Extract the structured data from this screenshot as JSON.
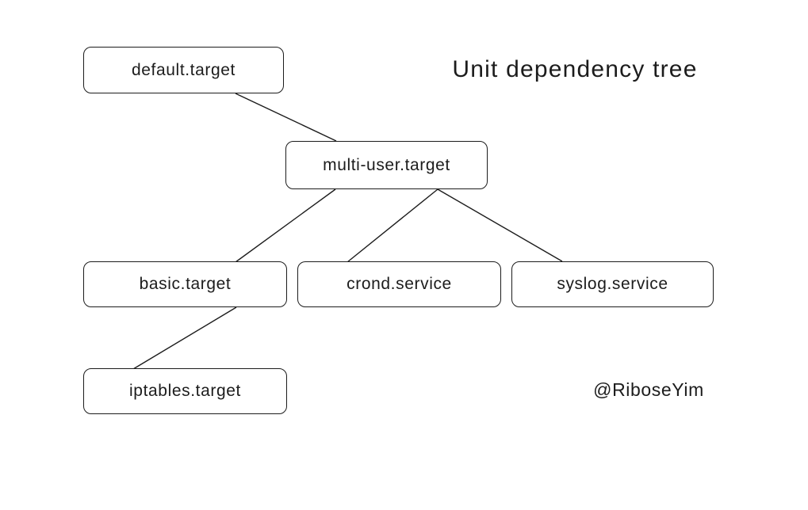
{
  "title": "Unit dependency tree",
  "attribution": "@RiboseYim",
  "colors": {
    "background": "#ffffff",
    "stroke": "#1c1c1c",
    "text": "#1c1c1c"
  },
  "nodes": [
    {
      "id": "default-target",
      "label": "default.target"
    },
    {
      "id": "multi-user-target",
      "label": "multi-user.target"
    },
    {
      "id": "basic-target",
      "label": "basic.target"
    },
    {
      "id": "crond-service",
      "label": "crond.service"
    },
    {
      "id": "syslog-service",
      "label": "syslog.service"
    },
    {
      "id": "iptables-target",
      "label": "iptables.target"
    }
  ],
  "edges": [
    {
      "from": "default.target",
      "to": "multi-user.target"
    },
    {
      "from": "multi-user.target",
      "to": "basic.target"
    },
    {
      "from": "multi-user.target",
      "to": "crond.service"
    },
    {
      "from": "multi-user.target",
      "to": "syslog.service"
    },
    {
      "from": "basic.target",
      "to": "iptables.target"
    }
  ]
}
